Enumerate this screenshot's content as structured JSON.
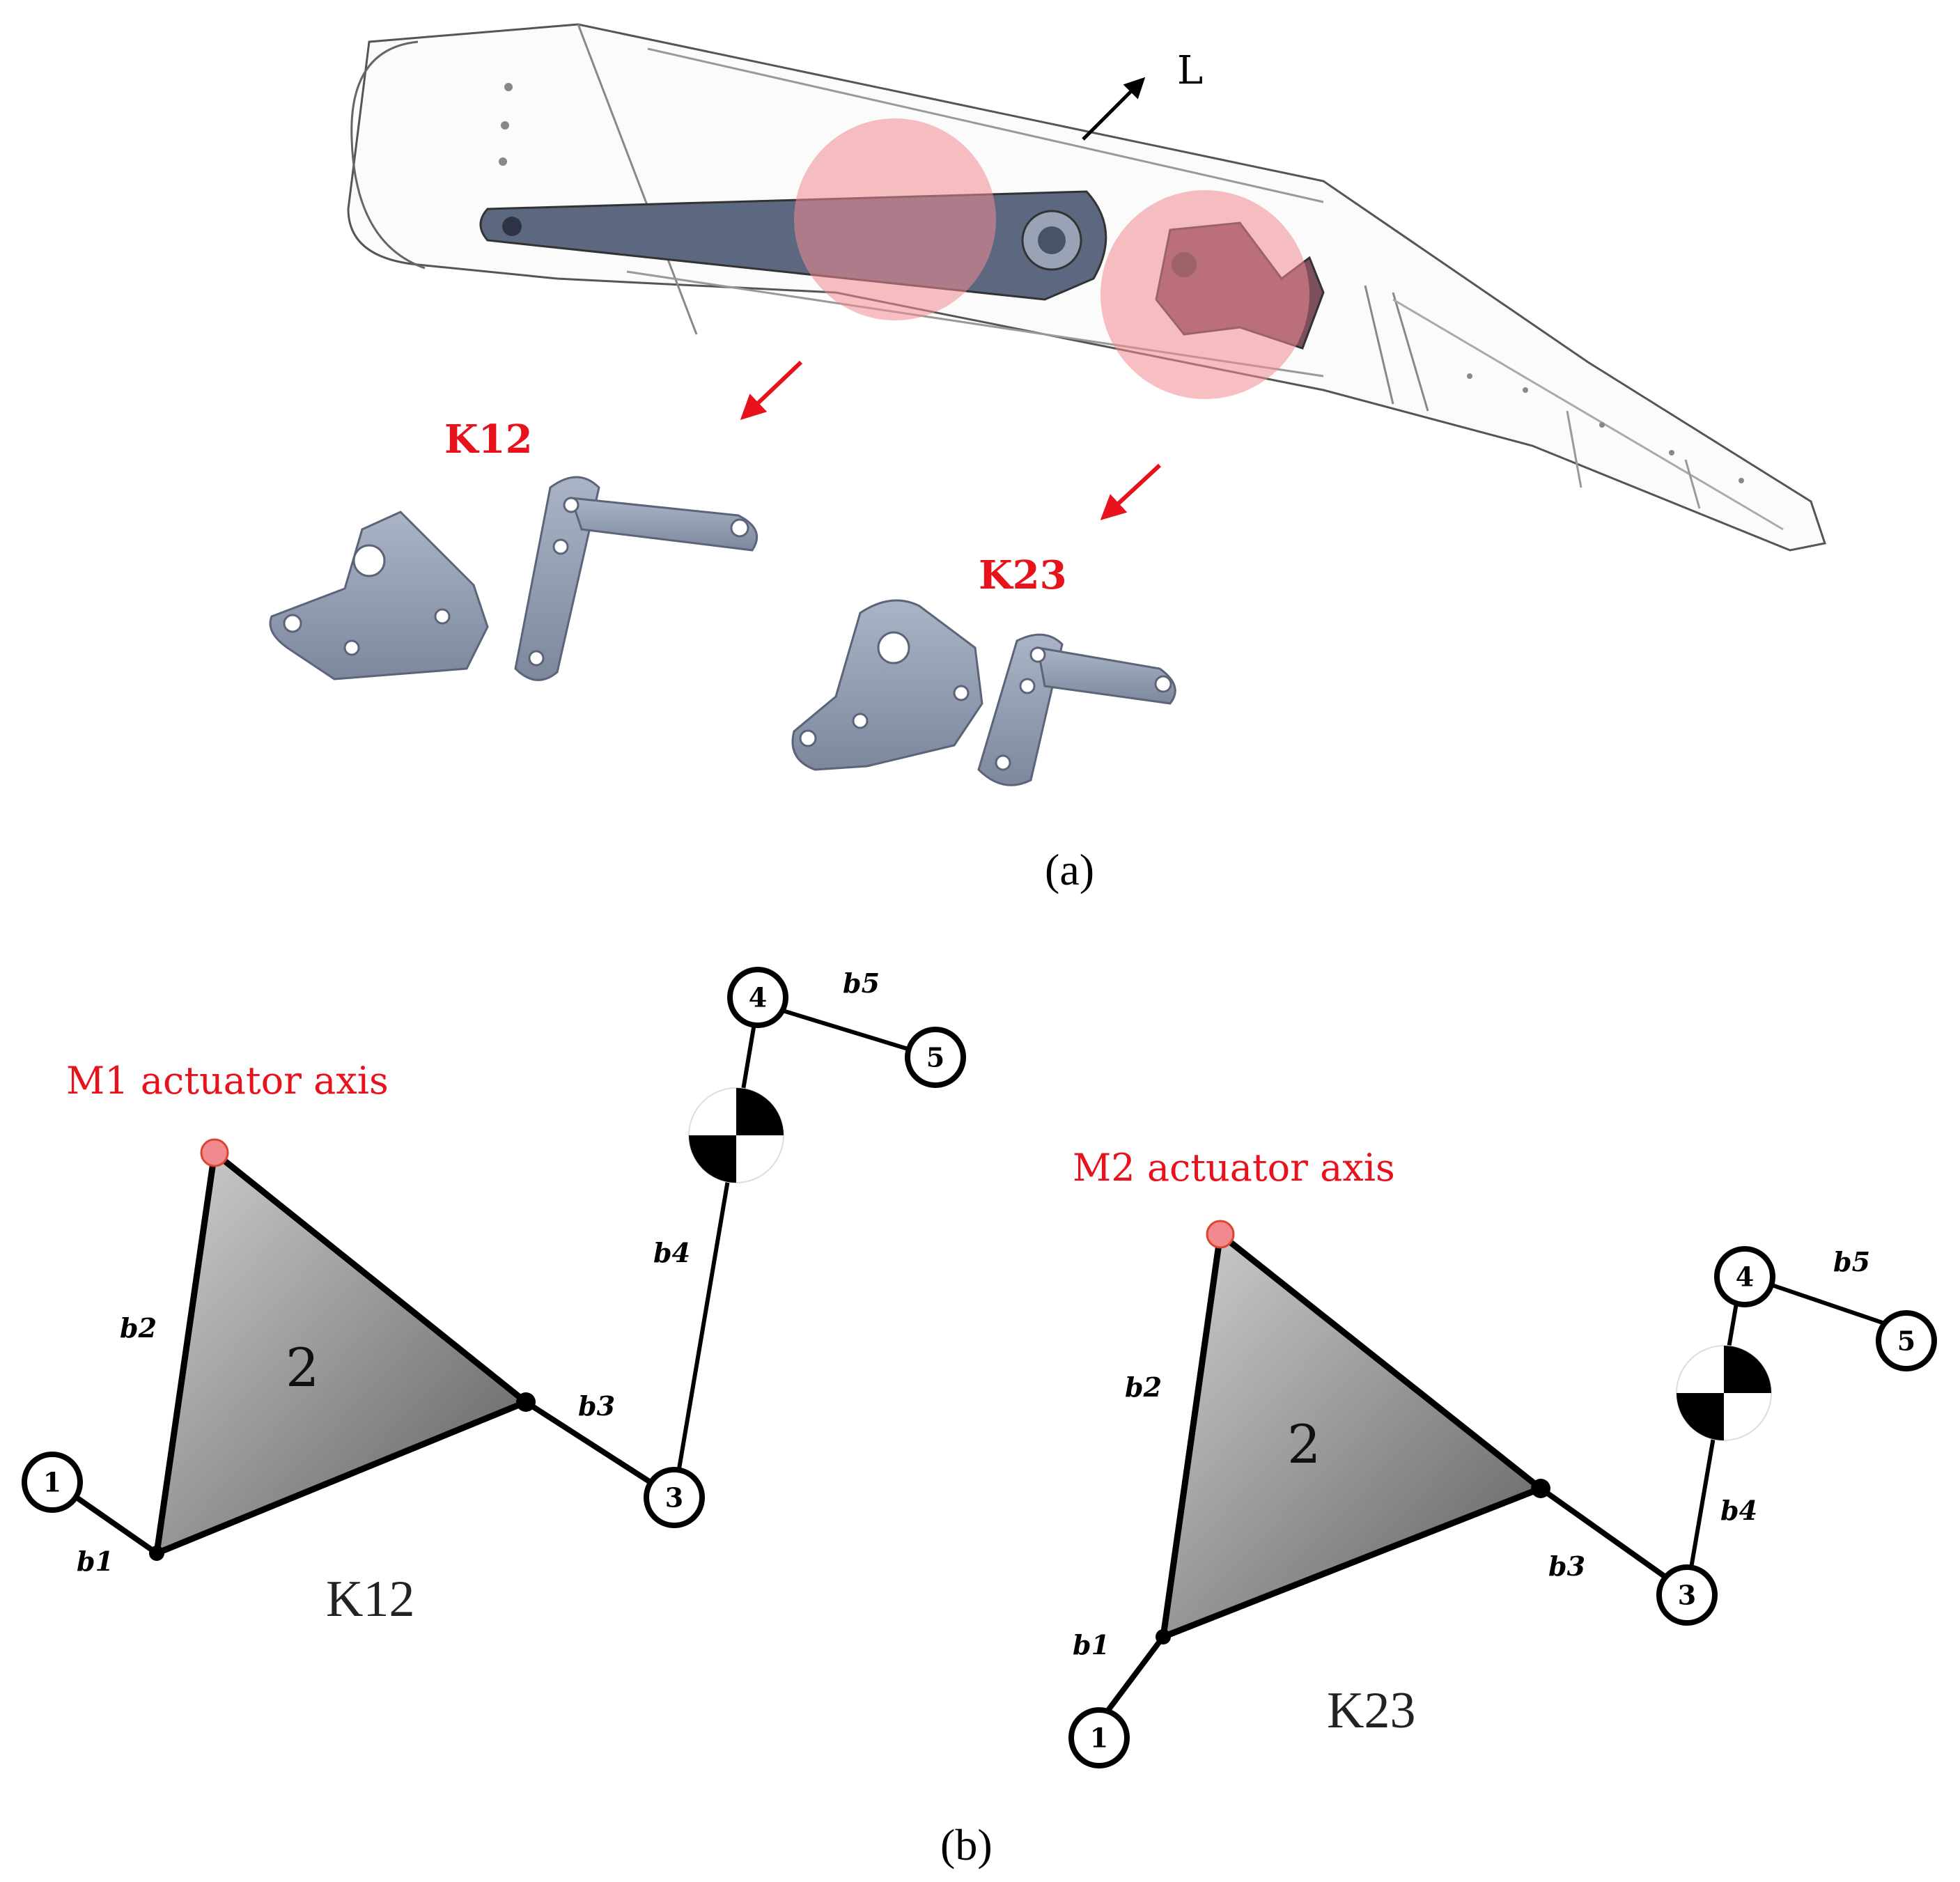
{
  "panel_a": {
    "caption": "(a)",
    "direction_label": "L",
    "callout_left": "K12",
    "callout_right": "K23"
  },
  "panel_b": {
    "caption": "(b)",
    "left": {
      "actuator_label": "M1 actuator axis",
      "mechanism_label": "K12",
      "body_number": "2",
      "joints": [
        "1",
        "3",
        "4",
        "5"
      ],
      "bonds": [
        "b1",
        "b2",
        "b3",
        "b4",
        "b5"
      ]
    },
    "right": {
      "actuator_label": "M2 actuator axis",
      "mechanism_label": "K23",
      "body_number": "2",
      "joints": [
        "1",
        "3",
        "4",
        "5"
      ],
      "bonds": [
        "b1",
        "b2",
        "b3",
        "b4",
        "b5"
      ]
    }
  },
  "colors": {
    "highlight": "#f08a8f",
    "label_red": "#e8121c",
    "part_steel": "#8e9ab0",
    "link_line": "#000000"
  }
}
